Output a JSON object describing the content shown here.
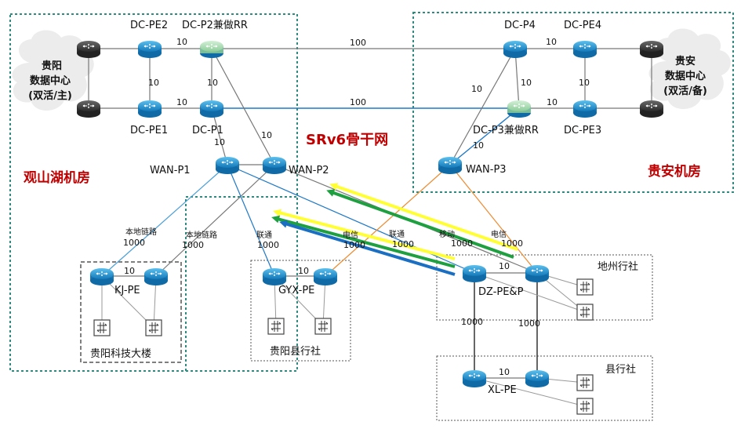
{
  "title": "SRv6骨干网",
  "sites": {
    "guanshanhu": "观山湖机房",
    "guian": "贵安机房"
  },
  "dc_left": [
    "贵阳",
    "数据中心",
    "(双活/主)"
  ],
  "dc_right": [
    "贵安",
    "数据中心",
    "(双活/备)"
  ],
  "devices": {
    "dc_pe2": "DC-PE2",
    "dc_p2": "DC-P2兼做RR",
    "dc_pe1": "DC-PE1",
    "dc_p1": "DC-P1",
    "wan_p1": "WAN-P1",
    "wan_p2": "WAN-P2",
    "wan_p3": "WAN-P3",
    "dc_p4": "DC-P4",
    "dc_pe4": "DC-PE4",
    "dc_p3": "DC-P3兼做RR",
    "dc_pe3": "DC-PE3",
    "kj_pe": "KJ-PE",
    "gyx_pe": "GYX-PE",
    "dz_pe": "DZ-PE&P",
    "xl_pe": "XL-PE"
  },
  "groups": {
    "kj": "贵阳科技大楼",
    "gyx": "贵阳县行社",
    "dz": "地州行社",
    "xl": "县行社"
  },
  "metrics": {
    "m10": "10",
    "m100": "100",
    "m1000": "1000"
  },
  "link_labels": {
    "local_link": "本地链路",
    "unicom": "联通",
    "telecom": "电信",
    "mobile": "移动"
  },
  "colors": {
    "router_blue": "#1e88c8",
    "rr_green": "#a8d8b0",
    "arrow_yellow": "#ffff33",
    "arrow_green": "#1fa040",
    "arrow_blue": "#1b6fc2",
    "orange_link": "#ee8a2e",
    "site_red": "#c00000"
  }
}
